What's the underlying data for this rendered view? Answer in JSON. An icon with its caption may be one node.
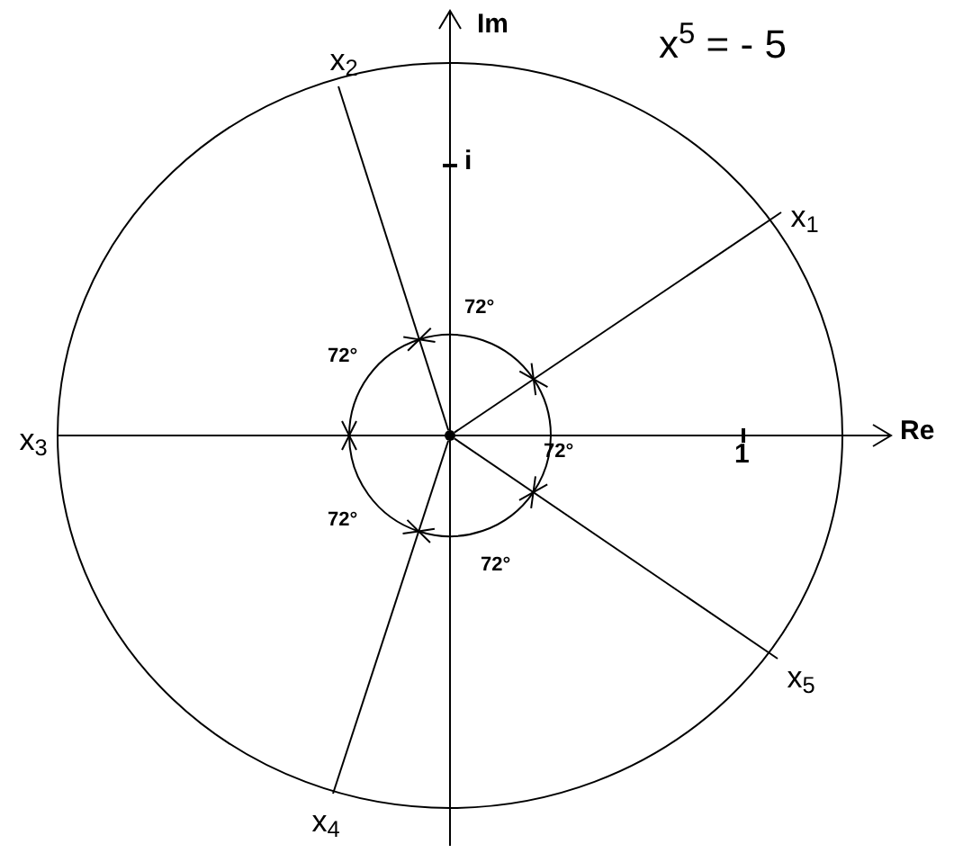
{
  "diagram": {
    "title": "x$^{5}$ = - 5",
    "nodes": [
      {
        "text": [],
        "shape": "circle"
      },
      {
        "text": [
          "x$_{1}$"
        ]
      },
      {
        "text": [
          "x$_{2}$"
        ]
      },
      {
        "text": [
          "x$_{3}$"
        ]
      },
      {
        "text": [
          "x$_{4}$"
        ]
      },
      {
        "text": [
          "x$_{5}$"
        ]
      }
    ],
    "edges": [
      {
        "from": 0,
        "to": 1,
        "arrow": "none"
      },
      {
        "from": 0,
        "to": 2,
        "arrow": "none"
      },
      {
        "from": 0,
        "to": 3,
        "arrow": "none"
      },
      {
        "from": 0,
        "to": 4,
        "arrow": "none"
      },
      {
        "from": 0,
        "to": 5,
        "arrow": "none"
      }
    ],
    "labels": [
      "Im",
      "i",
      "72°",
      "72°",
      "72°",
      "Re",
      "1",
      "72°",
      "72°"
    ]
  }
}
